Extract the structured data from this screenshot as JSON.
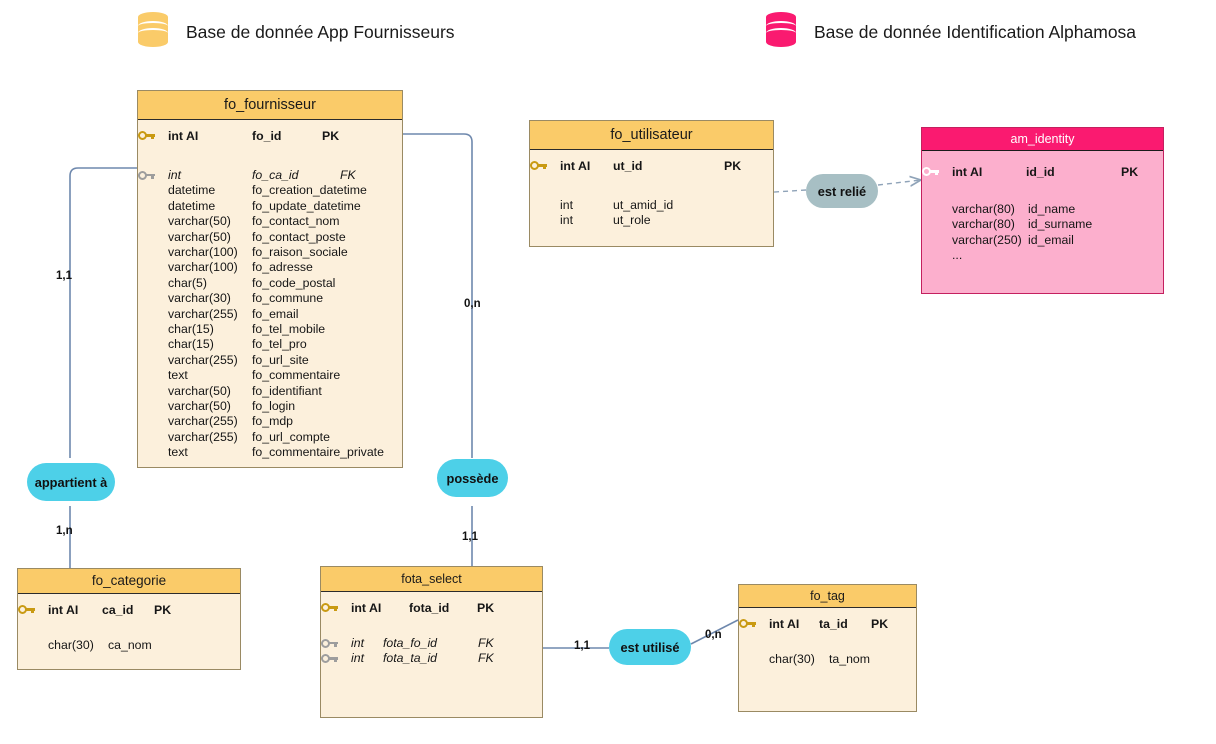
{
  "legends": [
    {
      "label": "Base de donnée App Fournisseurs",
      "icon": "database-cylinder-icon",
      "color": "#FACB69"
    },
    {
      "label": "Base de donnée Identification Alphamosa",
      "icon": "database-cylinder-icon",
      "color": "#FA1A70"
    }
  ],
  "tables": [
    {
      "id": "fo_fournisseur",
      "name": "fo_fournisseur",
      "theme": "yellow",
      "rows": [
        {
          "icon": "gold-key-icon",
          "type": "int AI",
          "column": "fo_id",
          "key": "PK",
          "style": "pk"
        },
        {
          "icon": "",
          "type": "",
          "column": "",
          "key": "",
          "style": "spacer"
        },
        {
          "icon": "grey-key-icon",
          "type": "int",
          "column": "fo_ca_id",
          "key": "FK",
          "style": "fk"
        },
        {
          "icon": "",
          "type": "datetime",
          "column": "fo_creation_datetime",
          "key": "",
          "style": "plain"
        },
        {
          "icon": "",
          "type": "datetime",
          "column": "fo_update_datetime",
          "key": "",
          "style": "plain"
        },
        {
          "icon": "",
          "type": "varchar(50)",
          "column": "fo_contact_nom",
          "key": "",
          "style": "plain"
        },
        {
          "icon": "",
          "type": "varchar(50)",
          "column": "fo_contact_poste",
          "key": "",
          "style": "plain"
        },
        {
          "icon": "",
          "type": "varchar(100)",
          "column": "fo_raison_sociale",
          "key": "",
          "style": "plain"
        },
        {
          "icon": "",
          "type": "varchar(100)",
          "column": "fo_adresse",
          "key": "",
          "style": "plain"
        },
        {
          "icon": "",
          "type": "char(5)",
          "column": "fo_code_postal",
          "key": "",
          "style": "plain"
        },
        {
          "icon": "",
          "type": "varchar(30)",
          "column": "fo_commune",
          "key": "",
          "style": "plain"
        },
        {
          "icon": "",
          "type": "varchar(255)",
          "column": "fo_email",
          "key": "",
          "style": "plain"
        },
        {
          "icon": "",
          "type": "char(15)",
          "column": "fo_tel_mobile",
          "key": "",
          "style": "plain"
        },
        {
          "icon": "",
          "type": "char(15)",
          "column": "fo_tel_pro",
          "key": "",
          "style": "plain"
        },
        {
          "icon": "",
          "type": "varchar(255)",
          "column": "fo_url_site",
          "key": "",
          "style": "plain"
        },
        {
          "icon": "",
          "type": "text",
          "column": "fo_commentaire",
          "key": "",
          "style": "plain"
        },
        {
          "icon": "",
          "type": "varchar(50)",
          "column": "fo_identifiant",
          "key": "",
          "style": "plain"
        },
        {
          "icon": "",
          "type": "varchar(50)",
          "column": "fo_login",
          "key": "",
          "style": "plain"
        },
        {
          "icon": "",
          "type": "varchar(255)",
          "column": "fo_mdp",
          "key": "",
          "style": "plain"
        },
        {
          "icon": "",
          "type": "varchar(255)",
          "column": "fo_url_compte",
          "key": "",
          "style": "plain"
        },
        {
          "icon": "",
          "type": "text",
          "column": "fo_commentaire_private",
          "key": "",
          "style": "plain"
        }
      ]
    },
    {
      "id": "fo_utilisateur",
      "name": "fo_utilisateur",
      "theme": "yellow",
      "rows": [
        {
          "icon": "gold-key-icon",
          "type": "int AI",
          "column": "ut_id",
          "key": "PK",
          "style": "pk"
        },
        {
          "icon": "",
          "type": "",
          "column": "",
          "key": "",
          "style": "spacer"
        },
        {
          "icon": "",
          "type": "int",
          "column": "ut_amid_id",
          "key": "",
          "style": "plain"
        },
        {
          "icon": "",
          "type": "int",
          "column": "ut_role",
          "key": "",
          "style": "plain"
        }
      ]
    },
    {
      "id": "am_identity",
      "name": "am_identity",
      "theme": "pink",
      "rows": [
        {
          "icon": "white-key-icon",
          "type": "int AI",
          "column": "id_id",
          "key": "PK",
          "style": "pk"
        },
        {
          "icon": "",
          "type": "",
          "column": "",
          "key": "",
          "style": "spacer"
        },
        {
          "icon": "",
          "type": "varchar(80)",
          "column": "id_name",
          "key": "",
          "style": "plain"
        },
        {
          "icon": "",
          "type": "varchar(80)",
          "column": "id_surname",
          "key": "",
          "style": "plain"
        },
        {
          "icon": "",
          "type": "varchar(250)",
          "column": "id_email",
          "key": "",
          "style": "plain"
        },
        {
          "icon": "",
          "type": "...",
          "column": "",
          "key": "",
          "style": "plain"
        }
      ]
    },
    {
      "id": "fo_categorie",
      "name": "fo_categorie",
      "theme": "yellow",
      "rows": [
        {
          "icon": "gold-key-icon",
          "type": "int AI",
          "column": "ca_id",
          "key": "PK",
          "style": "pk"
        },
        {
          "icon": "",
          "type": "",
          "column": "",
          "key": "",
          "style": "spacer"
        },
        {
          "icon": "",
          "type": "char(30)",
          "column": "ca_nom",
          "key": "",
          "style": "plain"
        }
      ]
    },
    {
      "id": "fota_select",
      "name": "fota_select",
      "theme": "yellow",
      "rows": [
        {
          "icon": "gold-key-icon",
          "type": "int AI",
          "column": "fota_id",
          "key": "PK",
          "style": "pk"
        },
        {
          "icon": "",
          "type": "",
          "column": "",
          "key": "",
          "style": "spacer"
        },
        {
          "icon": "grey-key-icon",
          "type": "int",
          "column": "fota_fo_id",
          "key": "FK",
          "style": "fk"
        },
        {
          "icon": "grey-key-icon",
          "type": "int",
          "column": "fota_ta_id",
          "key": "FK",
          "style": "fk"
        }
      ]
    },
    {
      "id": "fo_tag",
      "name": "fo_tag",
      "theme": "yellow",
      "rows": [
        {
          "icon": "gold-key-icon",
          "type": "int AI",
          "column": "ta_id",
          "key": "PK",
          "style": "pk"
        },
        {
          "icon": "",
          "type": "",
          "column": "",
          "key": "",
          "style": "spacer"
        },
        {
          "icon": "",
          "type": "char(30)",
          "column": "ta_nom",
          "key": "",
          "style": "plain"
        }
      ]
    }
  ],
  "relationships": [
    {
      "id": "appartient-a",
      "label": "appartient à",
      "style": "cyan"
    },
    {
      "id": "possede",
      "label": "possède",
      "style": "cyan"
    },
    {
      "id": "est-utilise",
      "label": "est utilisé",
      "style": "cyan"
    },
    {
      "id": "est-relie",
      "label": "est relié",
      "style": "grey"
    }
  ],
  "cardinalities": [
    {
      "id": "card-fournisseur-appartient",
      "value": "1,1"
    },
    {
      "id": "card-categorie-appartient",
      "value": "1,n"
    },
    {
      "id": "card-fournisseur-possede",
      "value": "0,n"
    },
    {
      "id": "card-fotaselect-possede",
      "value": "1,1"
    },
    {
      "id": "card-fotaselect-utilise",
      "value": "1,1"
    },
    {
      "id": "card-fotag-utilise",
      "value": "0,n"
    }
  ],
  "colors": {
    "table_header": "#FACB69",
    "table_body": "#FCF0DC",
    "alt_header": "#FA1A70",
    "alt_body": "#FCAFCD",
    "relationship": "#4DD0E8",
    "relationship_grey": "#A7BFC4",
    "edge": "#6E88AD"
  }
}
